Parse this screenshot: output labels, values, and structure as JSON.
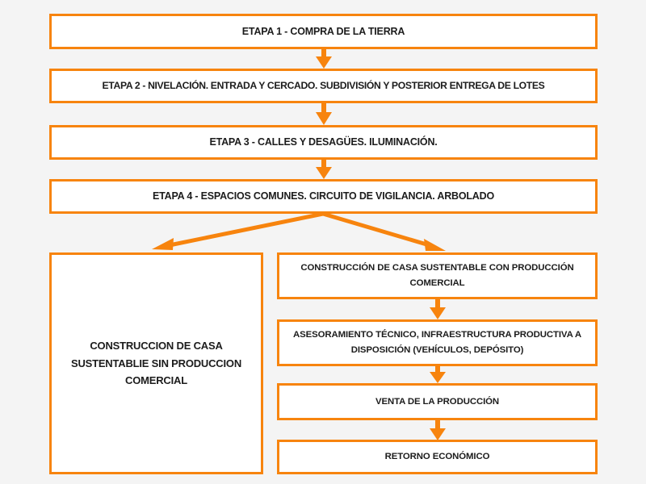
{
  "diagram": {
    "title": "Etapas del proyecto - diagrama de flujo",
    "background_color": "#f4f4f4",
    "accent_color": "#f7840e",
    "text_color": "#1c1c1c",
    "box_fill_color": "#ffffff"
  },
  "stages": [
    {
      "id": "stage-1",
      "label": "ETAPA 1 - COMPRA DE LA TIERRA"
    },
    {
      "id": "stage-2",
      "label": "ETAPA 2 - NIVELACIÓN. ENTRADA Y CERCADO. SUBDIVISIÓN Y POSTERIOR ENTREGA DE LOTES"
    },
    {
      "id": "stage-3",
      "label": "ETAPA 3 - CALLES Y DESAGÜES. ILUMINACIÓN."
    },
    {
      "id": "stage-4",
      "label": "ETAPA 4 - ESPACIOS COMUNES. CIRCUITO DE VIGILANCIA. ARBOLADO"
    }
  ],
  "branches": {
    "left": {
      "label": "CONSTRUCCION DE CASA SUSTENTABLIE SIN PRODUCCION COMERCIAL"
    },
    "right": [
      {
        "id": "right-1",
        "label": "CONSTRUCCIÓN DE CASA SUSTENTABLE CON PRODUCCIÓN COMERCIAL"
      },
      {
        "id": "right-2",
        "label": "ASESORAMIENTO TÉCNICO, INFRAESTRUCTURA PRODUCTIVA A DISPOSICIÓN (VEHÍCULOS, DEPÓSITO)"
      },
      {
        "id": "right-3",
        "label": "VENTA DE LA PRODUCCIÓN"
      },
      {
        "id": "right-4",
        "label": "RETORNO ECONÓMICO"
      }
    ]
  },
  "connectors": [
    {
      "name": "arrow-stage1-to-stage2",
      "direction": "down"
    },
    {
      "name": "arrow-stage2-to-stage3",
      "direction": "down"
    },
    {
      "name": "arrow-stage3-to-stage4",
      "direction": "down"
    },
    {
      "name": "arrow-stage4-to-left-branch",
      "direction": "down-left"
    },
    {
      "name": "arrow-stage4-to-right-branch",
      "direction": "down-right"
    },
    {
      "name": "arrow-right1-to-right2",
      "direction": "down"
    },
    {
      "name": "arrow-right2-to-right3",
      "direction": "down"
    },
    {
      "name": "arrow-right3-to-right4",
      "direction": "down"
    }
  ]
}
